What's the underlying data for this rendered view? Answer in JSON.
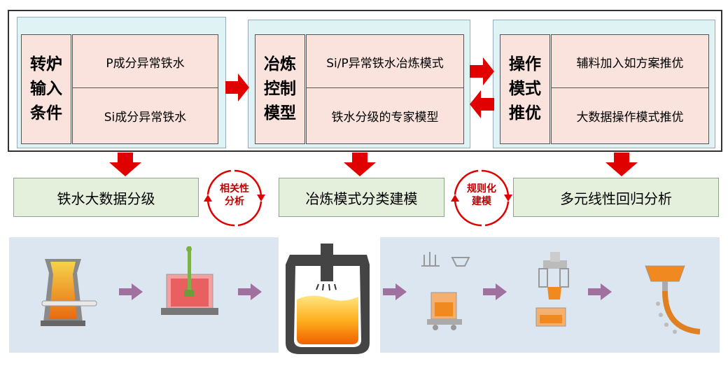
{
  "blocks": [
    {
      "label_lines": [
        "转炉",
        "输入",
        "条件"
      ],
      "cells": [
        "P成分异常铁水",
        "Si成分异常铁水"
      ]
    },
    {
      "label_lines": [
        "冶炼",
        "控制",
        "模型"
      ],
      "cells": [
        "Si/P异常铁水冶炼模式",
        "铁水分级的专家模型"
      ]
    },
    {
      "label_lines": [
        "操作",
        "模式",
        "推优"
      ],
      "cells": [
        "辅料加入如方案推优",
        "大数据操作模式推优"
      ]
    }
  ],
  "methods": [
    "铁水大数据分级",
    "冶炼模式分类建模",
    "多元线性回归分析"
  ],
  "cycles": [
    {
      "lines": [
        "相关性",
        "分析"
      ]
    },
    {
      "lines": [
        "规则化",
        "建模"
      ]
    }
  ],
  "colors": {
    "arrow_red": "#e00000",
    "process_arrow": "#a0709e",
    "group_bg": "#dff3f4",
    "cell_bg": "#f9e3dc",
    "method_bg": "#e4efdc",
    "panel_bg": "#dbe6f1"
  },
  "process_stages": [
    "blast-furnace",
    "hot-metal-ladle",
    "converter",
    "alloy-addition",
    "refining-station",
    "continuous-casting"
  ]
}
